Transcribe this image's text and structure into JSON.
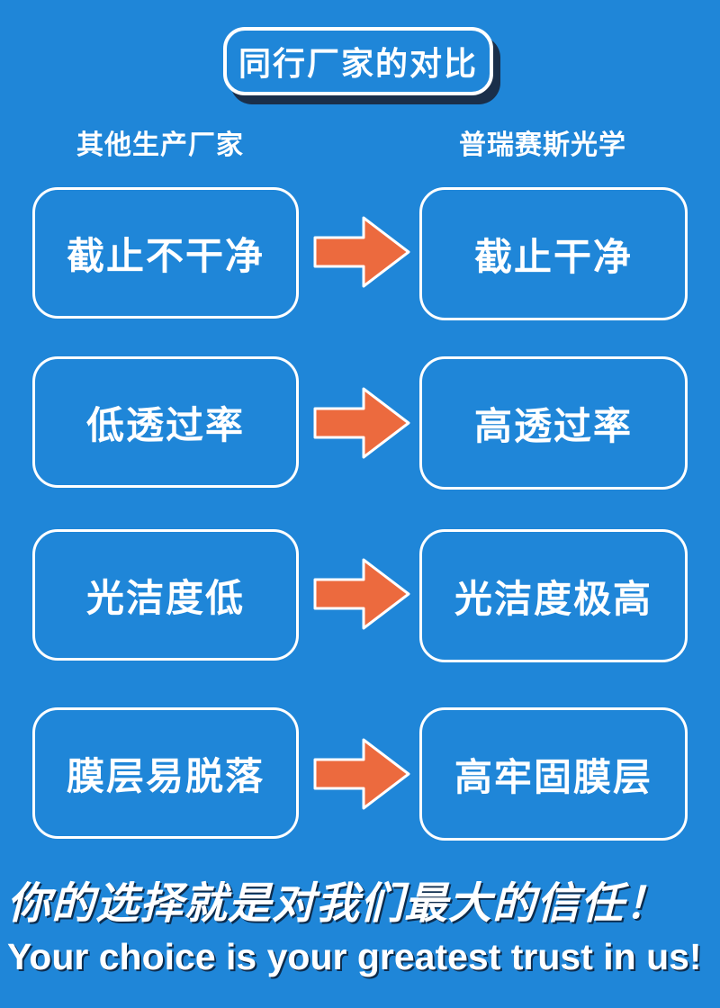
{
  "title": "同行厂家的对比",
  "columns": {
    "left": "其他生产厂家",
    "right": "普瑞赛斯光学"
  },
  "rows": [
    {
      "left": "截止不干净",
      "right": "截止干净"
    },
    {
      "left": "低透过率",
      "right": "高透过率"
    },
    {
      "left": "光洁度低",
      "right": "光洁度极高"
    },
    {
      "left": "膜层易脱落",
      "right": "高牢固膜层"
    }
  ],
  "slogan_cn": "你的选择就是对我们最大的信任！",
  "slogan_en": "Your choice is your greatest trust in us!",
  "colors": {
    "background": "#1f86d8",
    "arrow": "#ec6a3e",
    "text": "#ffffff"
  }
}
